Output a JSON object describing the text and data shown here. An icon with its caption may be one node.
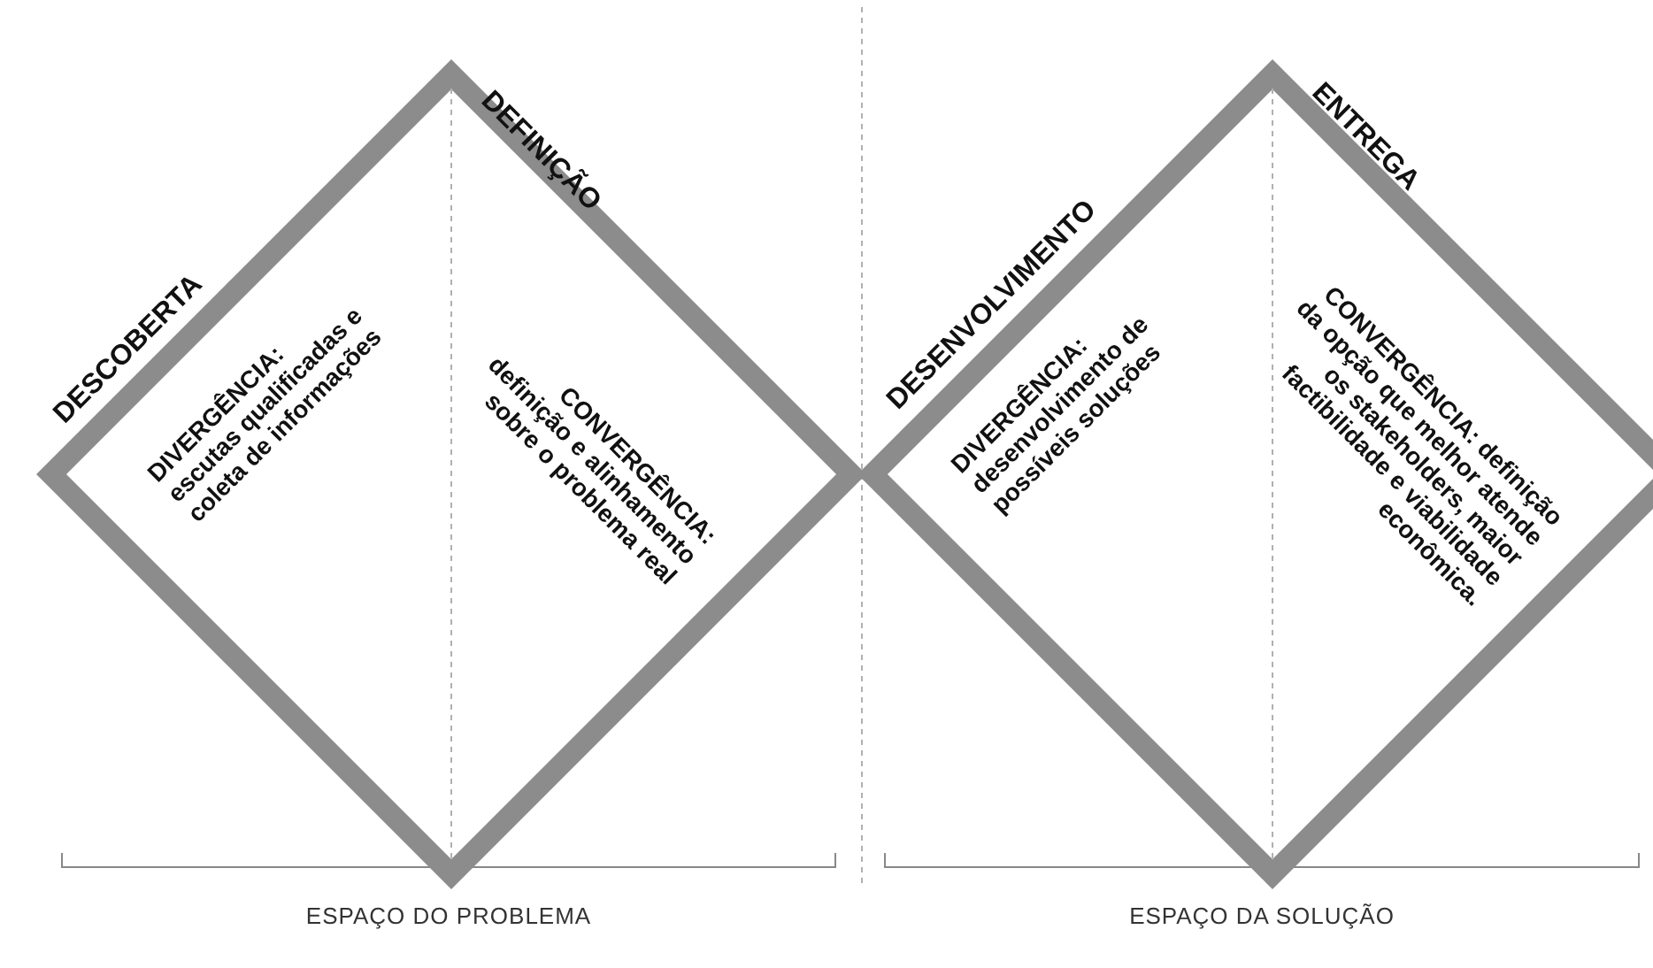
{
  "diagram": {
    "nodes": [
      {
        "text": [
          "DESCOBERTA",
          "DIVERGÊNCIA: escutas qualificadas e coleta de informações",
          "DEFINIÇÃO",
          "CONVERGÊNCIA: definição e alinhamento sobre o problema real"
        ]
      },
      {
        "text": [
          "DESENVOLVIMENTO",
          "DIVERGÊNCIA: desenvolvimento de possíveis soluções",
          "ENTREGA",
          "CONVERGÊNCIA: definição da opção que melhor atende os stakeholders, maior factibilidade e viabilidade econômica."
        ]
      }
    ],
    "labels": [
      "ESPAÇO DO PROBLEMA",
      "ESPAÇO DA SOLUÇÃO"
    ]
  }
}
